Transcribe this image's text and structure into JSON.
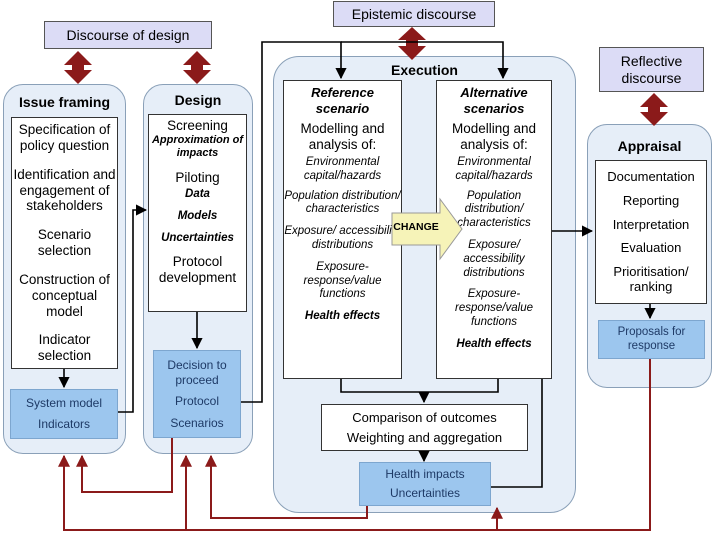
{
  "discourses": {
    "design": "Discourse of design",
    "epistemic": "Epistemic discourse",
    "reflective": "Reflective discourse"
  },
  "issue_framing": {
    "title": "Issue framing",
    "items": [
      "Specification of policy question",
      "Identification and engagement of stakeholders",
      "Scenario selection",
      "Construction of conceptual model",
      "Indicator selection"
    ],
    "outputs": [
      "System model",
      "Indicators"
    ]
  },
  "design": {
    "title": "Design",
    "screening": "Screening",
    "approximation": "Approximation of impacts",
    "piloting": "Piloting",
    "piloting_items": [
      "Data",
      "Models",
      "Uncertainties"
    ],
    "protocol": "Protocol development",
    "outputs": [
      "Decision to proceed",
      "Protocol",
      "Scenarios"
    ]
  },
  "execution": {
    "title": "Execution",
    "reference": {
      "title": "Reference scenario",
      "modelling": "Modelling and analysis of:",
      "items": [
        "Environmental capital/hazards",
        "Population distribution/ characteristics",
        "Exposure/ accessibility distributions",
        "Exposure- response/value functions",
        "Health effects"
      ]
    },
    "alternative": {
      "title": "Alternative scenarios",
      "modelling": "Modelling and analysis of:",
      "items": [
        "Environmental capital/hazards",
        "Population distribution/ characteristics",
        "Exposure/ accessibility distributions",
        "Exposure- response/value functions",
        "Health effects"
      ]
    },
    "change": "CHANGE",
    "comparison": [
      "Comparison of outcomes",
      "Weighting and aggregation"
    ],
    "outputs": [
      "Health impacts",
      "Uncertainties"
    ]
  },
  "appraisal": {
    "title": "Appraisal",
    "items": [
      "Documentation",
      "Reporting",
      "Interpretation",
      "Evaluation",
      "Prioritisation/ ranking"
    ],
    "output": "Proposals for response"
  },
  "colors": {
    "discourse_fill": "#dcdcf6",
    "panel_fill": "#e6eef8",
    "output_fill": "#9cc6ee",
    "feedback_arrow": "#8b1a1a",
    "change_arrow": "#f6f3b8"
  }
}
